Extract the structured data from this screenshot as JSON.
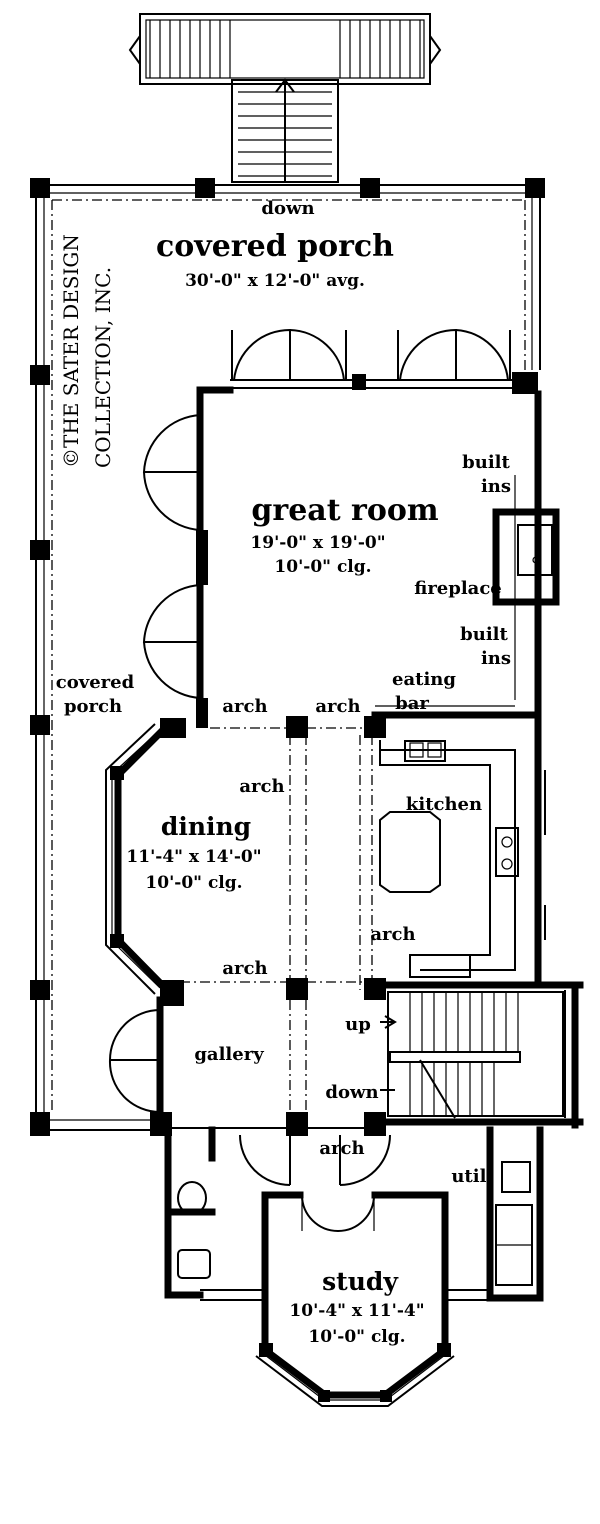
{
  "copyright": {
    "line1": "©THE SATER DESIGN",
    "line2": "COLLECTION, INC."
  },
  "porch": {
    "name": "covered porch",
    "dims": "30'-0\" x 12'-0\" avg.",
    "stair_label": "down"
  },
  "great_room": {
    "name": "great room",
    "dims": "19'-0\" x 19'-0\"",
    "ceiling": "10'-0\" clg."
  },
  "fireplace": "fireplace",
  "built_ins_top": [
    "built",
    "ins"
  ],
  "built_ins_bottom": [
    "built",
    "ins"
  ],
  "side_porch": [
    "covered",
    "porch"
  ],
  "arches": {
    "a1": "arch",
    "a2": "arch",
    "a3": "arch",
    "a4": "arch",
    "a5": "arch",
    "a6": "arch"
  },
  "eating_bar": [
    "eating",
    "bar"
  ],
  "kitchen": "kitchen",
  "dining": {
    "name": "dining",
    "dims": "11'-4\" x 14'-0\"",
    "ceiling": "10'-0\" clg."
  },
  "gallery": "gallery",
  "stairs": {
    "up": "up",
    "down": "down"
  },
  "util": "util.",
  "study": {
    "name": "study",
    "dims": "10'-4\" x 11'-4\"",
    "ceiling": "10'-0\" clg."
  }
}
